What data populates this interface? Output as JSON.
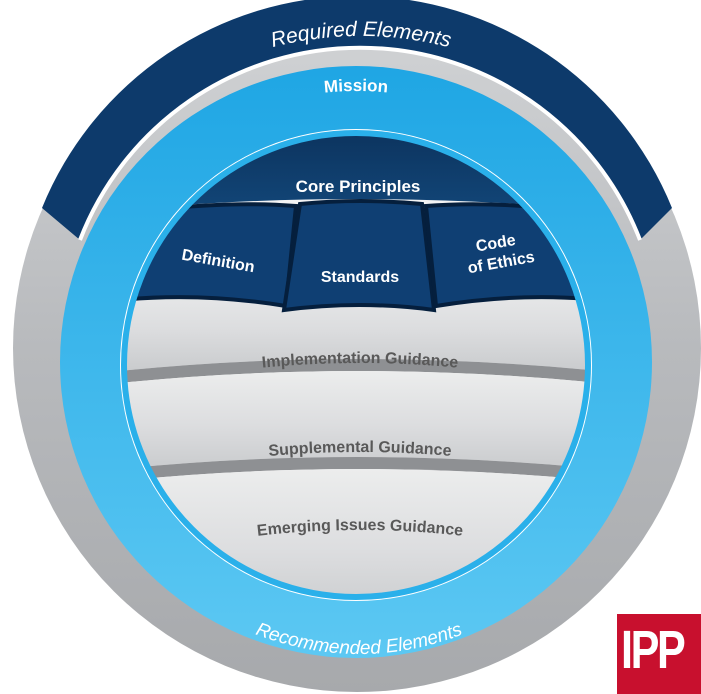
{
  "diagram": {
    "outer_ring": {
      "required_label": "Required Elements",
      "recommended_label": "Recommended Elements"
    },
    "mission_label": "Mission",
    "core_principles_label": "Core Principles",
    "pillars": {
      "definition": "Definition",
      "standards": "Standards",
      "code_line1": "Code",
      "code_line2": "of Ethics"
    },
    "guidance": {
      "implementation": "Implementation Guidance",
      "supplemental": "Supplemental Guidance",
      "emerging": "Emerging Issues Guidance"
    }
  },
  "logo": {
    "text": "IPP"
  },
  "colors": {
    "navy": "#0d3a6b",
    "dark_navy": "#0a2d55",
    "sky_blue": "#2fb0ea",
    "grey": "#c4c6c8",
    "logo_red": "#c8102e"
  }
}
